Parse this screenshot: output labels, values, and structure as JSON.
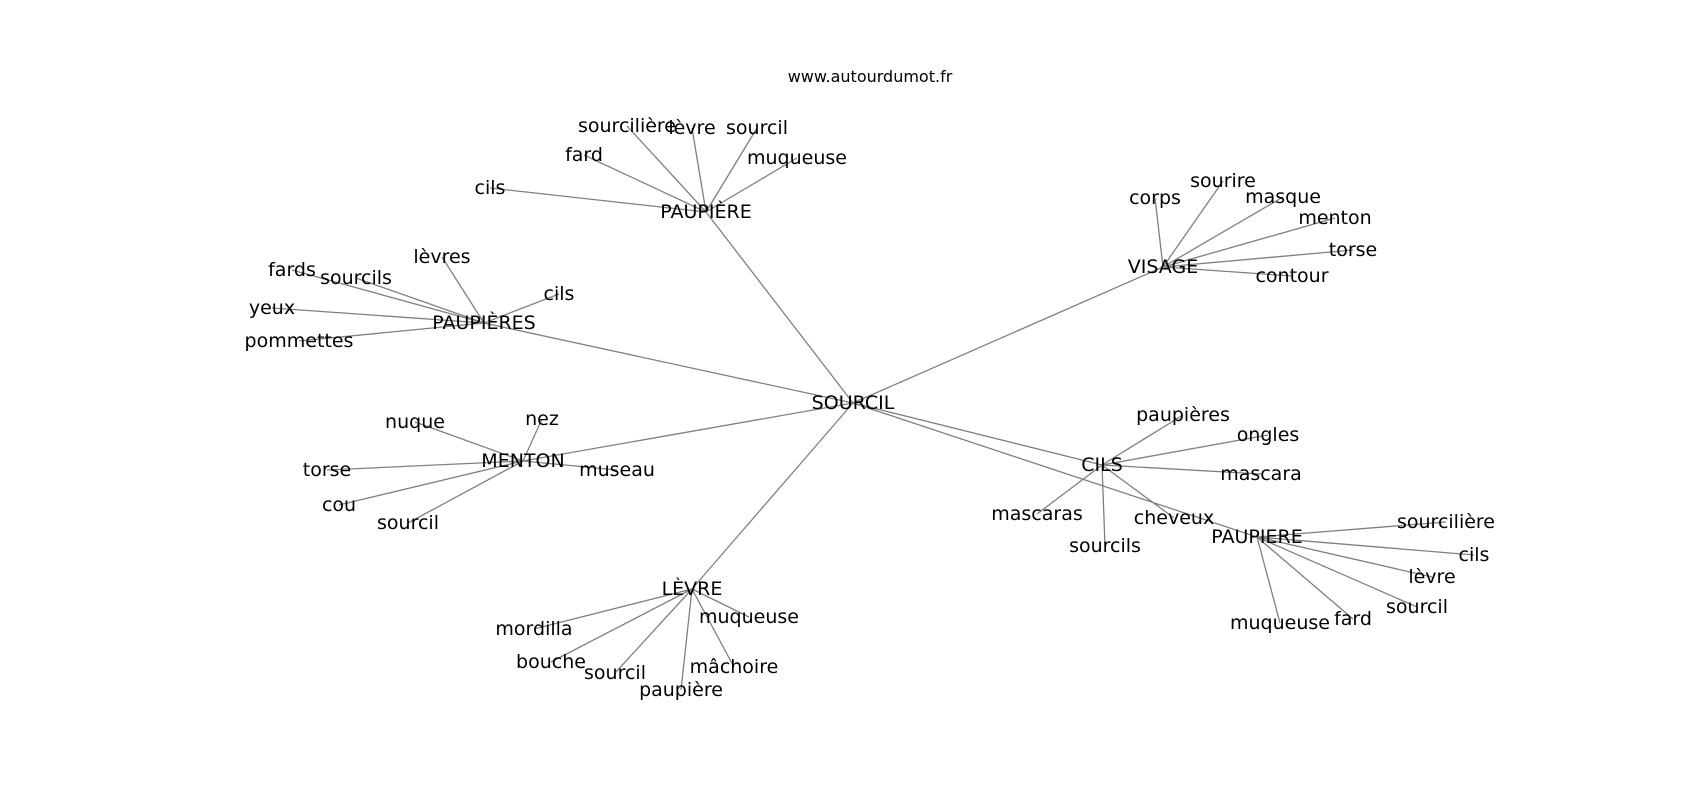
{
  "header": {
    "site": "www.autourdumot.fr"
  },
  "graph": {
    "center": "SOURCIL",
    "clusters": [
      {
        "id": "paupiere-top",
        "hub": "PAUPIÈRE",
        "leaves": [
          "sourcilière",
          "lèvre",
          "sourcil",
          "muqueuse",
          "fard",
          "cils"
        ]
      },
      {
        "id": "visage",
        "hub": "VISAGE",
        "leaves": [
          "corps",
          "sourire",
          "masque",
          "menton",
          "torse",
          "contour"
        ]
      },
      {
        "id": "paupieres",
        "hub": "PAUPIÈRES",
        "leaves": [
          "lèvres",
          "fards",
          "sourcils",
          "cils",
          "yeux",
          "pommettes"
        ]
      },
      {
        "id": "menton",
        "hub": "MENTON",
        "leaves": [
          "nuque",
          "nez",
          "torse",
          "museau",
          "cou",
          "sourcil"
        ]
      },
      {
        "id": "cils",
        "hub": "CILS",
        "leaves": [
          "paupières",
          "ongles",
          "mascara",
          "mascaras",
          "cheveux",
          "sourcils"
        ]
      },
      {
        "id": "paupiere-bottom",
        "hub": "PAUPIERE",
        "leaves": [
          "sourcilière",
          "cils",
          "lèvre",
          "sourcil",
          "fard",
          "muqueuse"
        ]
      },
      {
        "id": "levre",
        "hub": "LÈVRE",
        "leaves": [
          "muqueuse",
          "mordilla",
          "bouche",
          "mâchoire",
          "sourcil",
          "paupière"
        ]
      }
    ]
  }
}
